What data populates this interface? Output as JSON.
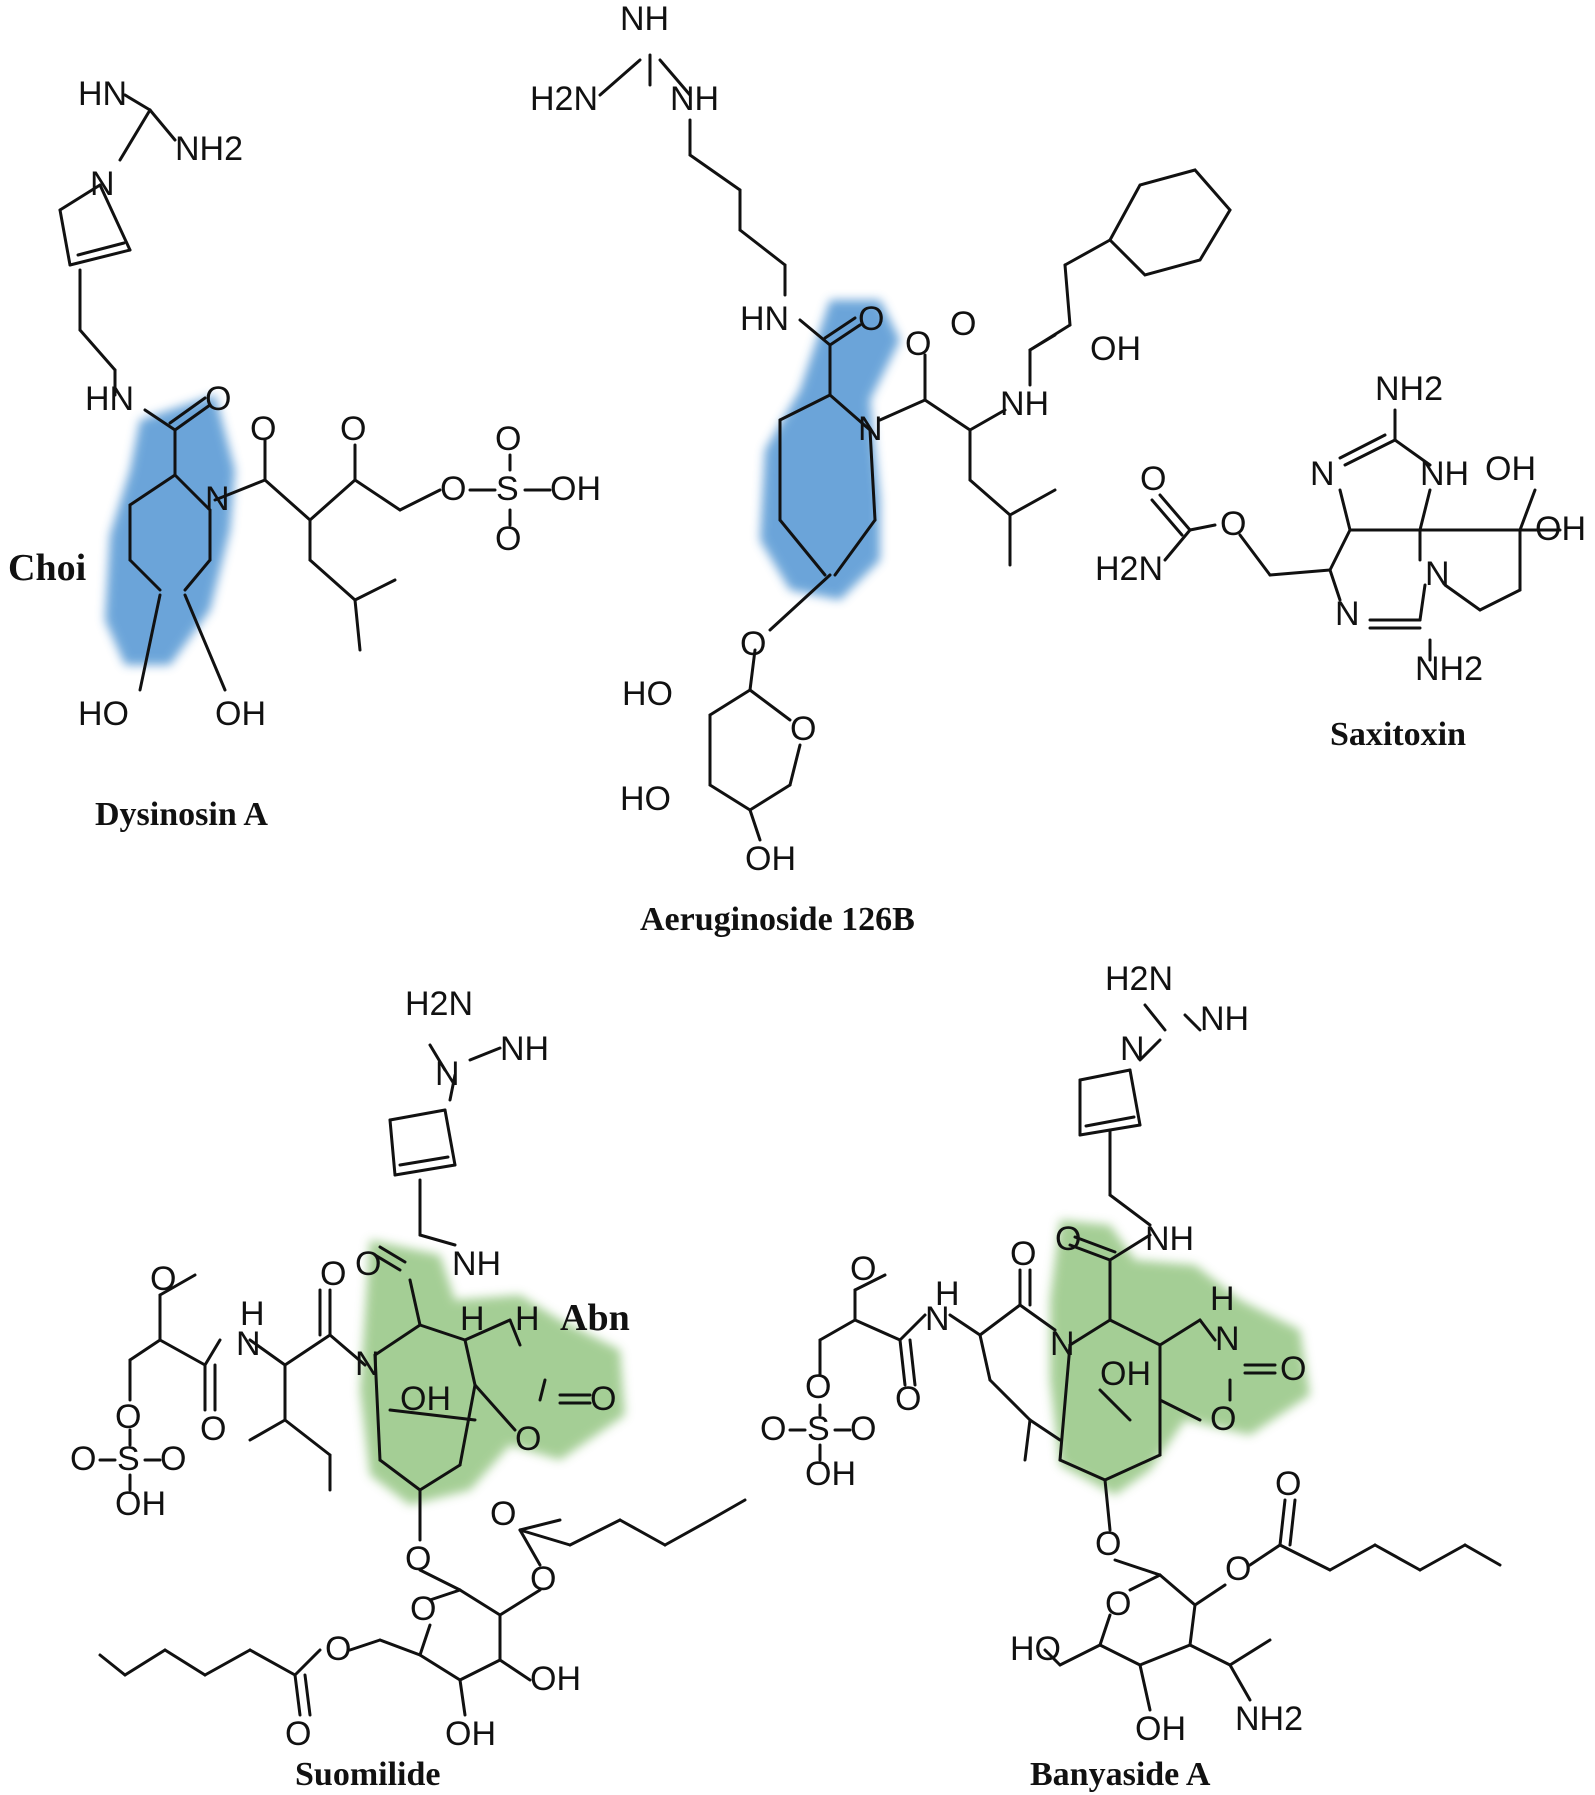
{
  "molecules": [
    {
      "id": "dysinosin-a",
      "name": "Dysinosin A",
      "highlight": "blue",
      "tag": "Choi",
      "labels": [
        "HN",
        "NH2",
        "N",
        "HN",
        "O",
        "N",
        "O",
        "O",
        "O",
        "S",
        "OH",
        "O",
        "O",
        "HO",
        "OH"
      ]
    },
    {
      "id": "aeruginoside-126b",
      "name": "Aeruginoside 126B",
      "highlight": "blue",
      "labels": [
        "NH",
        "H2N",
        "NH",
        "HN",
        "O",
        "N",
        "O",
        "O",
        "NH",
        "OH",
        "O",
        "HO",
        "O",
        "HO",
        "OH"
      ]
    },
    {
      "id": "saxitoxin",
      "name": "Saxitoxin",
      "labels": [
        "NH2",
        "N",
        "NH",
        "OH",
        "O",
        "O",
        "OH",
        "H2N",
        "N",
        "N",
        "NH2"
      ]
    },
    {
      "id": "suomilide",
      "name": "Suomilide",
      "highlight": "green",
      "tag": "Abn",
      "labels": [
        "H2N",
        "NH",
        "N",
        "NH",
        "O",
        "O",
        "H",
        "O",
        "H",
        "H",
        "N",
        "N",
        "O",
        "O",
        "OH",
        "O",
        "O",
        "S",
        "O",
        "OH",
        "O",
        "O",
        "O",
        "O",
        "O",
        "O",
        "OH",
        "O",
        "OH"
      ]
    },
    {
      "id": "banyaside-a",
      "name": "Banyaside A",
      "highlight": "green",
      "labels": [
        "H2N",
        "NH",
        "N",
        "O",
        "NH",
        "O",
        "O",
        "H",
        "N",
        "N",
        "H",
        "OH",
        "N",
        "O",
        "O",
        "O",
        "O",
        "S",
        "O",
        "OH",
        "O",
        "O",
        "O",
        "O",
        "HO",
        "O",
        "OH",
        "NH2"
      ]
    }
  ],
  "colors": {
    "blue_highlight": "#5b9bd5",
    "green_highlight": "#9bc98a"
  }
}
